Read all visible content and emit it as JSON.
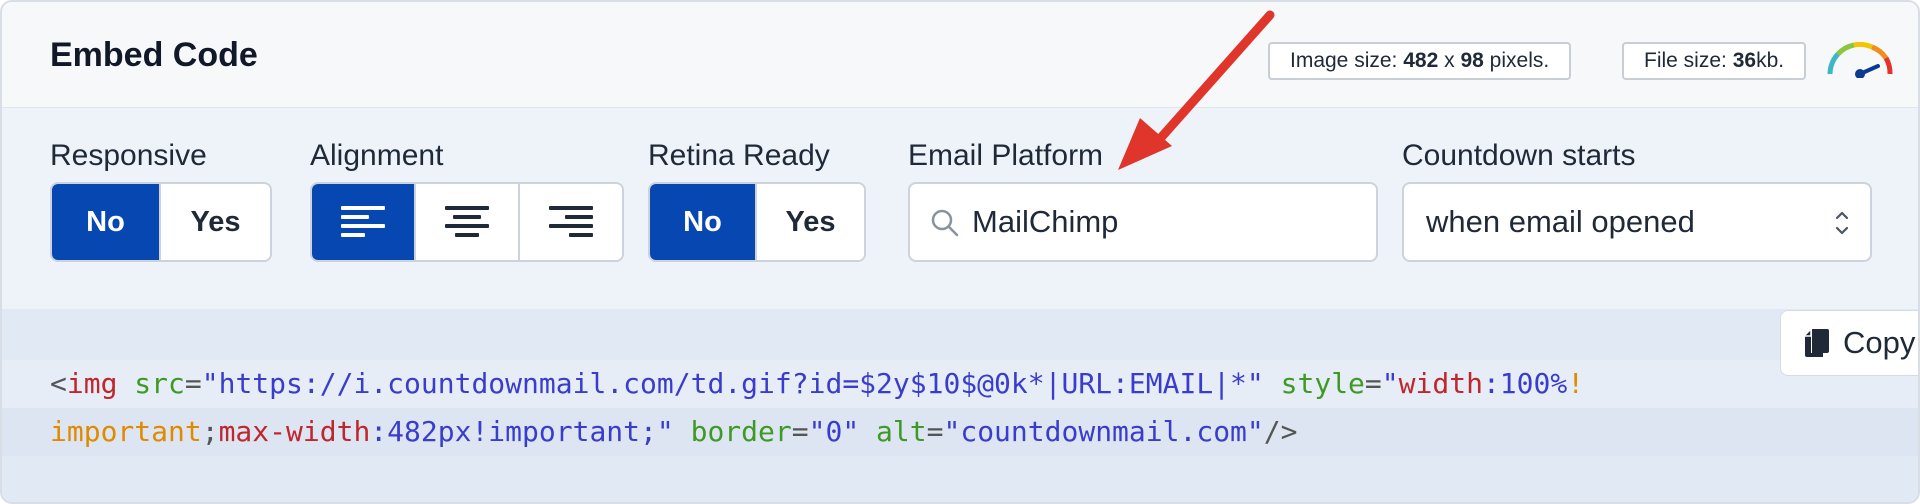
{
  "header": {
    "title": "Embed Code",
    "image_size": {
      "label": "Image size:",
      "width": "482",
      "x": "x",
      "height": "98",
      "unit": "pixels."
    },
    "file_size": {
      "label": "File size:",
      "value": "36",
      "unit": "kb."
    },
    "gauge_icon": "speed-gauge-icon"
  },
  "controls": {
    "responsive": {
      "label": "Responsive",
      "options": [
        "No",
        "Yes"
      ],
      "selected": "No"
    },
    "alignment": {
      "label": "Alignment",
      "options": [
        "align-left-icon",
        "align-center-icon",
        "align-right-icon"
      ],
      "selected": "align-left-icon"
    },
    "retina": {
      "label": "Retina Ready",
      "options": [
        "No",
        "Yes"
      ],
      "selected": "No"
    },
    "email_platform": {
      "label": "Email Platform",
      "value": "MailChimp",
      "icon": "search-icon"
    },
    "countdown": {
      "label": "Countdown starts",
      "value": "when email opened"
    }
  },
  "code": {
    "copy_label": "Copy",
    "copy_icon": "copy-icon",
    "lt": "<",
    "tag": "img",
    "src_attr": "src",
    "eq": "=",
    "src_value": "\"https://i.countdownmail.com/td.gif?id=$2y$10$@0k*|URL:EMAIL|*\"",
    "style_attr": "style",
    "q1": "\"",
    "width_prop": "width",
    "width_val": ":100%",
    "imp1": "!",
    "imp1b": "important",
    "semi1": ";",
    "maxw_prop": "max-width",
    "maxw_val": ":482px!important;",
    "q2": "\"",
    "border_attr": "border",
    "border_val": "\"0\"",
    "alt_attr": "alt",
    "alt_val": "\"countdownmail.com\"",
    "close": "/>"
  },
  "colors": {
    "accent": "#0747b1",
    "arrow": "#e0352b"
  }
}
